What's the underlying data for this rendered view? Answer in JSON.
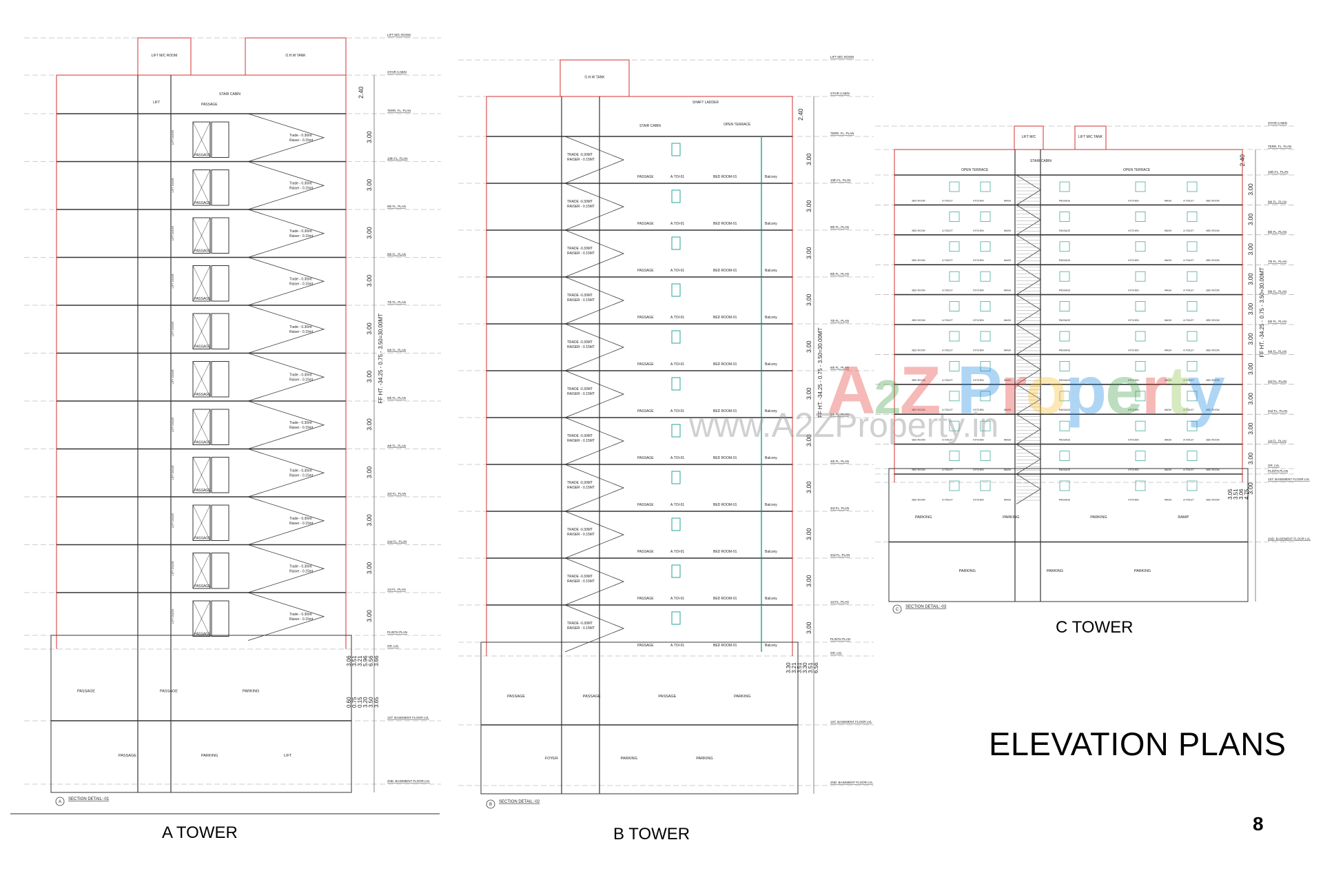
{
  "page": {
    "title": "ELEVATION PLANS",
    "number": "8"
  },
  "watermark": {
    "brand": "A2Z Property",
    "url": "www.A2ZProperty.in",
    "colors": [
      "#e53935",
      "#43a047",
      "#1e88e5",
      "#fbc02d",
      "#8bc34a"
    ]
  },
  "colors": {
    "line": "#333333",
    "outline_red": "#d32f2f",
    "glass": "#26a69a",
    "grid": "#9e9e9e"
  },
  "towers": [
    {
      "id": "a",
      "label": "A TOWER",
      "section": "SECTION DETAIL:-01",
      "marker": "A",
      "top_rooms": [
        "LIFT M/C ROOM",
        "O.H.W TANK",
        "STAIR CABIN",
        "LIFT",
        "PASSAGE"
      ],
      "floor_rooms": [
        "PASSAGE",
        "Trade - 0.30mt",
        "Raiser - 0.15mt",
        "LIFT DOOR"
      ],
      "basement_rooms": [
        "PASSAGE",
        "PASSAGE",
        "PASSAGE",
        "PARKING",
        "PARKING",
        "LIFT"
      ],
      "floor_dim": "3.00",
      "top_dim": "2.40",
      "basement_dims": [
        "3.06",
        "3.51",
        "3.21",
        "5.96",
        "6.56",
        "3.66",
        "0.60",
        "0.75",
        "0.15",
        "3.20",
        "3.50",
        "3.65"
      ],
      "levels": [
        "LIFT M/C ROOM",
        "STAIR CABIN",
        "TERR. FL. PLAN",
        "10th FL. PLAN",
        "9th FL. PLAN",
        "8th FL. PLAN",
        "7th FL. PLAN",
        "6th FL. PLAN",
        "5th FL. PLAN",
        "4th FL. PLAN",
        "3rd FL. PLAN",
        "2nd FL. PLAN",
        "1st FL. PLAN",
        "PLINTH PLAN",
        "GR. LVL",
        "1ST. BASEMENT FLOOR LVL",
        "2ND. BASEMENT FLOOR LVL"
      ],
      "height_note": "FF HT. -34.25 - 0.75 - 3.50=30.00MT"
    },
    {
      "id": "b",
      "label": "B TOWER",
      "section": "SECTION DETAIL:-02",
      "marker": "B",
      "top_rooms": [
        "O.H.W TANK",
        "STAIR CABIN",
        "OPEN TERRACE",
        "SHAFT LADDER"
      ],
      "floor_rooms": [
        "PASSAGE",
        "A.TOI-01",
        "BED ROOM-01",
        "Balcony",
        "TRADE -0.30MT",
        "RAISER - 0.15MT"
      ],
      "basement_rooms": [
        "PASSAGE",
        "FOYER",
        "PASSAGE",
        "PARKING",
        "PASSAGE",
        "PARKING",
        "PARKING"
      ],
      "floor_dim": "3.00",
      "top_dim": "2.40",
      "basement_dims": [
        "3.30",
        "3.21",
        "3.51",
        "3.30",
        "3.51",
        "6.56"
      ],
      "levels": [
        "LIFT M/C ROOM",
        "STAIR CABIN",
        "TERR. FL. PLAN",
        "10th FL. PLAN",
        "9th FL. PLAN",
        "8th FL. PLAN",
        "7th FL. PLAN",
        "6th FL. PLAN",
        "5th FL. PLAN",
        "4th FL. PLAN",
        "3rd FL. PLAN",
        "2nd FL. PLAN",
        "1st FL. PLAN",
        "PLINTH PLAN",
        "GR. LVL",
        "1ST. BASEMENT FLOOR LVL",
        "2ND. BASEMENT FLOOR LVL"
      ],
      "height_note": "FF HT. -34.25 - 0.75 - 3.50=30.00MT"
    },
    {
      "id": "c",
      "label": "C TOWER",
      "section": "SECTION DETAIL:-03",
      "marker": "C",
      "top_rooms": [
        "LIFT M/C",
        "LIFT M/C TANK",
        "OPEN TERRACE",
        "STAIR CABIN",
        "OPEN TERRACE"
      ],
      "floor_rooms": [
        "BED ROOM",
        "A.TOILET",
        "KITCHEN",
        "WASH",
        "PASSAGE",
        "KITCHEN",
        "WASH",
        "A.TOILET",
        "BED ROOM"
      ],
      "basement_rooms": [
        "PARKING",
        "PARKING",
        "PARKING",
        "PARKING",
        "PARKING",
        "PARKING",
        "RAMP"
      ],
      "floor_dim": "3.00",
      "top_dim": "2.40",
      "basement_dims": [
        "3.05",
        "3.51",
        "3.06",
        "4.75"
      ],
      "levels": [
        "STAIR CABIN",
        "TERR. FL. PLAN",
        "10th FL. PLAN",
        "9th FL. PLAN",
        "8th FL. PLAN",
        "7th FL. PLAN",
        "6th FL. PLAN",
        "5th FL. PLAN",
        "4th FL. PLAN",
        "3rd FL. PLAN",
        "2nd FL. PLAN",
        "1st FL. PLAN",
        "PLINTH PLAN",
        "GR. LVL",
        "1ST. BASEMENT FLOOR LVL",
        "2ND. BASEMENT FLOOR LVL"
      ],
      "height_note": "FF HT. -34.25 - 0.75 - 3.50=30.00MT"
    }
  ]
}
